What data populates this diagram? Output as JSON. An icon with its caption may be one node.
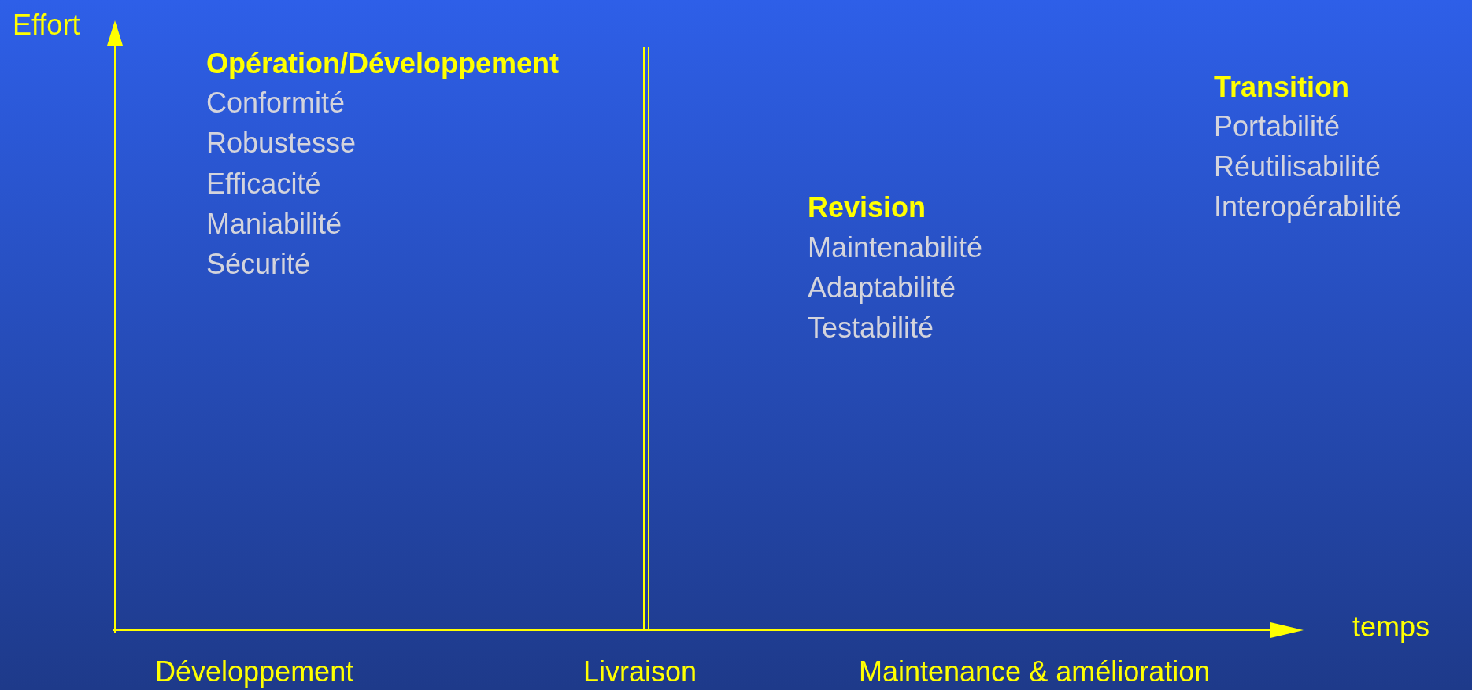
{
  "diagram": {
    "labels": [
      "Effort",
      "Opération/Développement",
      "Conformité",
      "Robustesse",
      "Efficacité",
      "Maniabilité",
      "Sécurité",
      "Transition",
      "Portabilité",
      "Réutilisabilité",
      "Interopérabilité",
      "Revision",
      "Maintenabilité",
      "Adaptabilité",
      "Testabilité",
      "temps",
      "Développement",
      "Livraison",
      "Maintenance & amélioration"
    ]
  }
}
